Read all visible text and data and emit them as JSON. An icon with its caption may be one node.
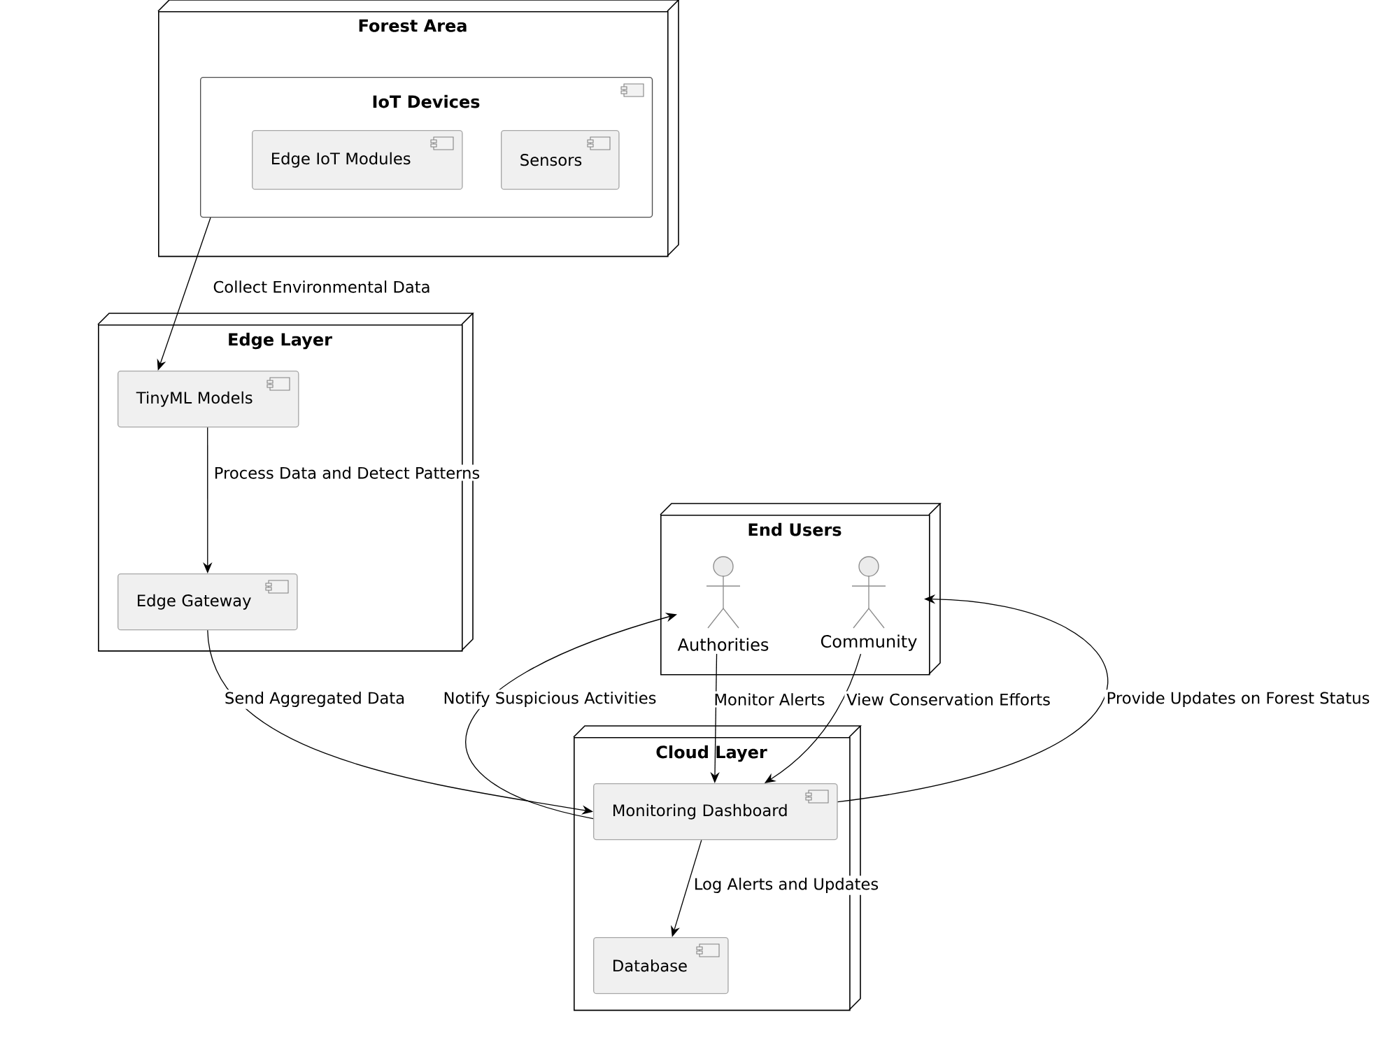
{
  "diagram": {
    "nodes": [
      {
        "text": [
          "Forest Area"
        ]
      },
      {
        "text": [
          "IoT Devices"
        ],
        "in": 0
      },
      {
        "text": [
          "Edge IoT Modules"
        ],
        "in": 1
      },
      {
        "text": [
          "Sensors"
        ],
        "in": 1
      },
      {
        "text": [
          "Edge Layer"
        ]
      },
      {
        "text": [
          "TinyML Models"
        ],
        "in": 4
      },
      {
        "text": [
          "Edge Gateway"
        ],
        "in": 4
      },
      {
        "text": [
          "End Users"
        ]
      },
      {
        "text": [
          "Authorities"
        ],
        "in": 7
      },
      {
        "text": [
          "Community"
        ],
        "in": 7
      },
      {
        "text": [
          "Cloud Layer"
        ]
      },
      {
        "text": [
          "Monitoring Dashboard"
        ],
        "in": 10
      },
      {
        "text": [
          "Database"
        ],
        "in": 10
      }
    ],
    "edges": [
      {
        "from": 1,
        "to": 5,
        "arrow": "to",
        "label": "Collect Environmental Data"
      },
      {
        "from": 5,
        "to": 6,
        "arrow": "to",
        "label": "Process Data and Detect Patterns"
      },
      {
        "from": 6,
        "to": 11,
        "arrow": "to",
        "label": "Send Aggregated Data"
      },
      {
        "from": 11,
        "to": 8,
        "arrow": "to",
        "label": "Notify Suspicious Activities"
      },
      {
        "from": 8,
        "to": 11,
        "arrow": "to",
        "label": "Monitor Alerts"
      },
      {
        "from": 9,
        "to": 11,
        "arrow": "to",
        "label": "View Conservation Efforts"
      },
      {
        "from": 11,
        "to": 9,
        "arrow": "to",
        "label": "Provide Updates on Forest Status"
      },
      {
        "from": 11,
        "to": 12,
        "arrow": "to",
        "label": "Log Alerts and Updates"
      }
    ]
  }
}
